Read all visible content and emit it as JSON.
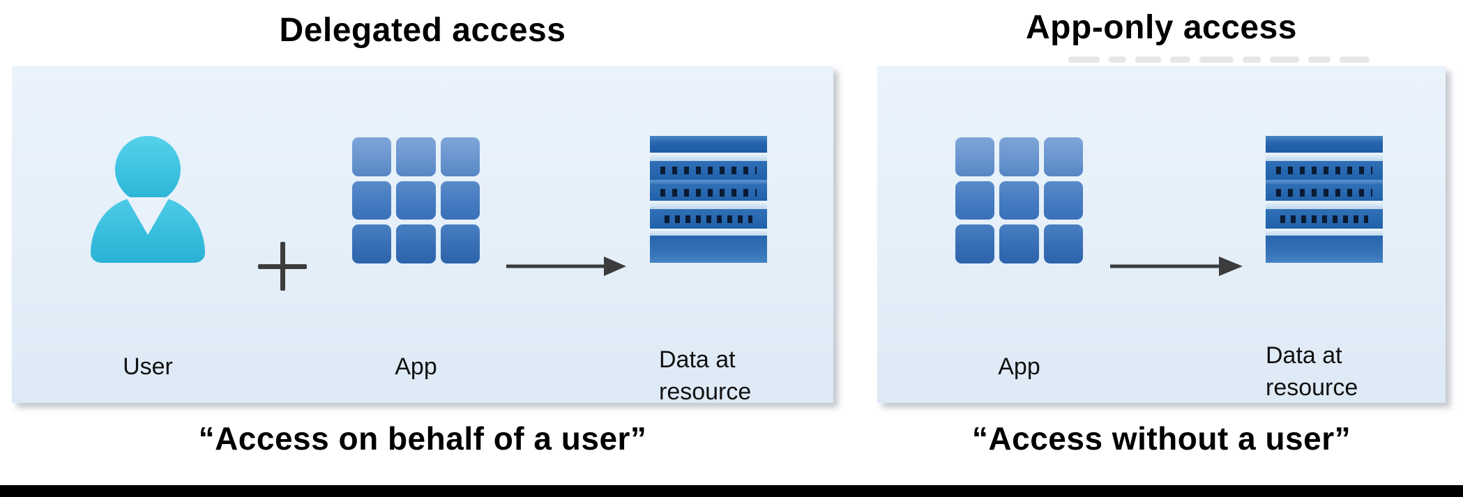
{
  "left": {
    "title": "Delegated access",
    "caption": "“Access on behalf of a user”",
    "labels": {
      "user": "User",
      "app": "App",
      "data_line1": "Data at",
      "data_line2": "resource"
    }
  },
  "right": {
    "title": "App-only access",
    "caption": "“Access without a user”",
    "labels": {
      "app": "App",
      "data_line1": "Data at",
      "data_line2": "resource"
    }
  },
  "icons": {
    "user": "person-icon",
    "plus": "plus-icon",
    "app": "app-grid-icon",
    "arrow": "arrow-right-icon",
    "data": "database-icon"
  },
  "colors": {
    "panel_bg_top": "#eaf3fc",
    "panel_bg_bottom": "#dde9f5",
    "user_cyan": "#3cc2e0",
    "app_blue": "#3a71b8",
    "data_blue": "#2a6ab3",
    "arrow_gray": "#3c3c3c",
    "text": "#000000",
    "bottom_bar": "#000000"
  }
}
